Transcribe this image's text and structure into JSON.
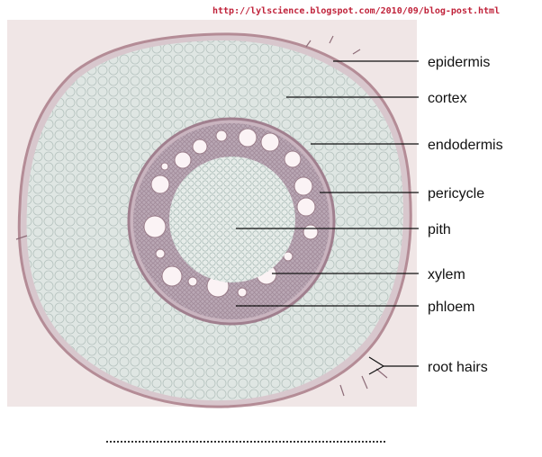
{
  "diagram": {
    "source_url": "http://lylscience.blogspot.com/2010/09/blog-post.html",
    "labels": [
      "epidermis",
      "cortex",
      "endodermis",
      "pericycle",
      "pith",
      "xylem",
      "phloem",
      "root hairs"
    ]
  },
  "colors": {
    "photo_background": "#f0e6e6",
    "cortex": "#dfe6e3",
    "tissue_outline": "#b48c96",
    "pith": "#e6ece9",
    "vascular": "#b9a7b4",
    "xylem_vessel": "#fbf3f5",
    "url_text": "#c0223a",
    "leader_line": "#111111"
  }
}
